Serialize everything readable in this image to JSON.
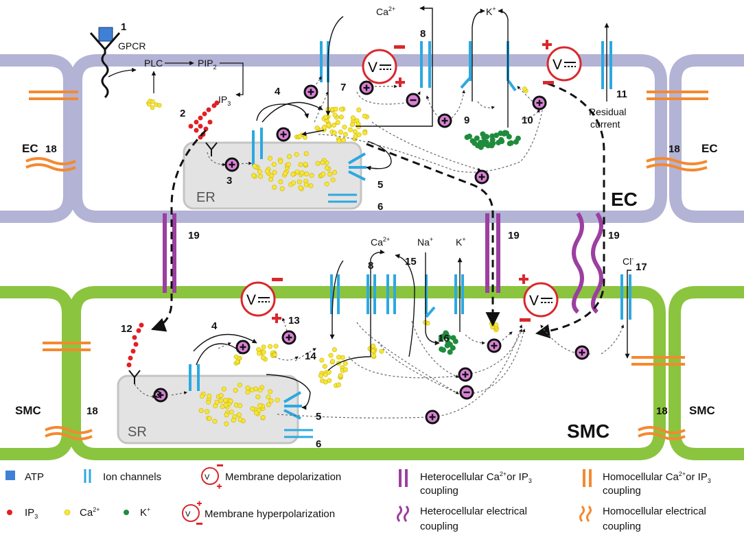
{
  "colors": {
    "ec_membrane": "#b3b3d6",
    "smc_membrane": "#8bc43f",
    "organelle": "#e3e3e3",
    "organelle_stroke": "#c4c4c4",
    "ion_channel": "#2ba9e1",
    "heterocellular": "#9b3fa0",
    "homocellular": "#f4892f",
    "ip3": "#e31e24",
    "calcium": "#f7e63a",
    "potassium": "#1e8c3c",
    "atp": "#3f7fd6",
    "voltage_ring": "#d8282d",
    "charge_fill": "#d982d6"
  },
  "labels": {
    "gpcr": "GPCR",
    "plc": "PLC",
    "pip2": "PIP",
    "pip2_sub": "2",
    "ip3": "IP",
    "ip3_sub": "3",
    "ca": "Ca",
    "ca_sup": "2+",
    "k": "K",
    "k_sup": "+",
    "na": "Na",
    "na_sup": "+",
    "cl": "Cl",
    "cl_sup": "-",
    "residual_1": "Residual",
    "residual_2": "current",
    "er": "ER",
    "sr": "SR",
    "ec_big": "EC",
    "smc_big": "SMC",
    "ec_small": "EC",
    "smc_small": "SMC",
    "v": "V"
  },
  "numbers": {
    "n1": "1",
    "n2": "2",
    "n3": "3",
    "n4": "4",
    "n5": "5",
    "n6": "6",
    "n7": "7",
    "n8": "8",
    "n9": "9",
    "n10": "10",
    "n11": "11",
    "n12": "12",
    "n13": "13",
    "n14": "14",
    "n15": "15",
    "n16": "16",
    "n17": "17",
    "n18": "18",
    "n19": "19"
  },
  "legend": {
    "atp": "ATP",
    "ion_channels": "Ion channels",
    "depolarization": "Membrane depolarization",
    "hyperpolarization": "Membrane hyperpolarization",
    "ip3": "IP",
    "ip3_sub": "3",
    "ca": "Ca",
    "ca_sup": "2+",
    "k": "K",
    "k_sup": "+",
    "hetero_ca_1": "Heterocellular Ca",
    "hetero_ca_sup": "2+",
    "hetero_ca_mid": "or IP",
    "hetero_ca_sub": "3",
    "hetero_ca_2": "coupling",
    "homo_ca_1": "Homocellular Ca",
    "homo_ca_sup": "2+",
    "homo_ca_mid": "or IP",
    "homo_ca_sub": "3",
    "homo_ca_2": "coupling",
    "hetero_el_1": "Heterocellular electrical",
    "hetero_el_2": "coupling",
    "homo_el_1": "Homocellular electrical",
    "homo_el_2": "coupling"
  }
}
